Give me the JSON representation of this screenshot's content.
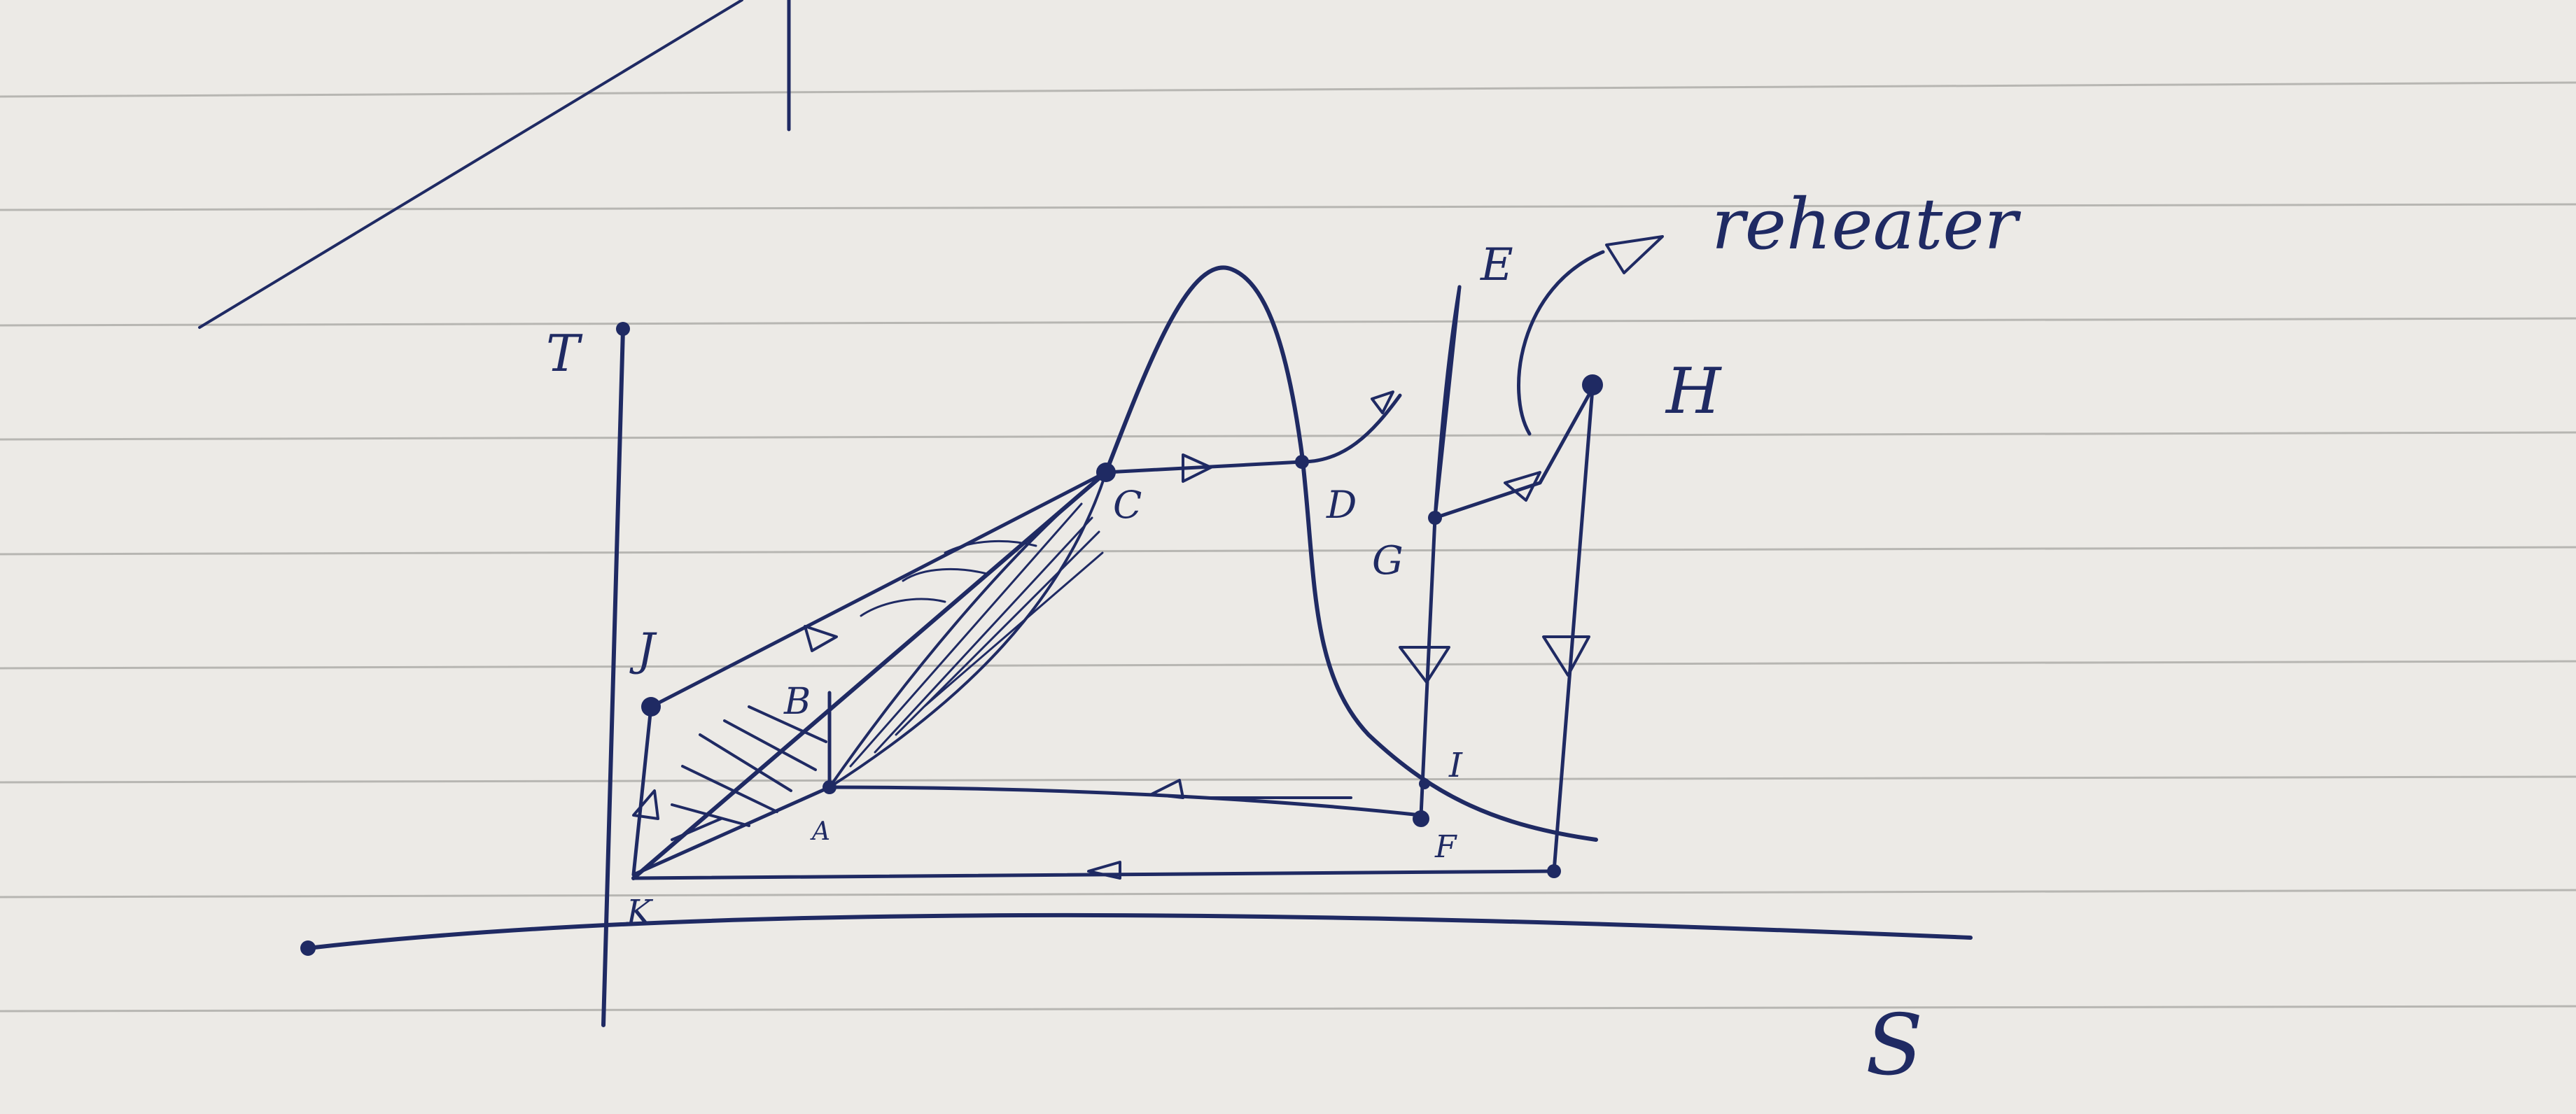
{
  "axes": {
    "y_label": "T",
    "x_label": "S"
  },
  "points": {
    "A": "A",
    "B": "B",
    "C": "C",
    "D": "D",
    "E": "E",
    "F": "F",
    "G": "G",
    "H": "H",
    "I": "I",
    "J": "J",
    "K": "K"
  },
  "annotations": {
    "reheater": "reheater"
  },
  "colors": {
    "ink": "#1f2a63",
    "paper": "#e9e8e4",
    "ruled_line": "#b7b6b2"
  }
}
